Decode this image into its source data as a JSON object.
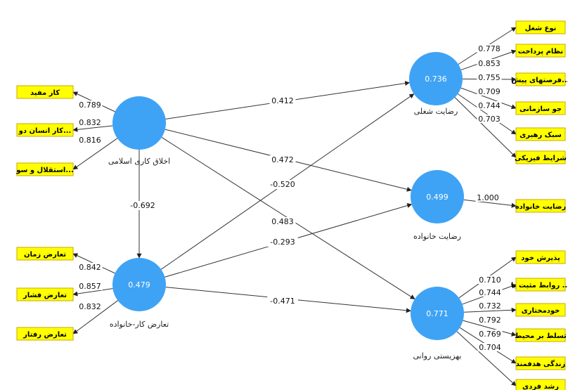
{
  "colors": {
    "node": "#3fa3f5",
    "indicator": "#ffff00"
  },
  "constructs": {
    "islamic_ethic": {
      "label": "اخلاق کاری اسلامی",
      "value": ""
    },
    "conflict": {
      "label": "تعارض کار-خانواده",
      "value": "0.479"
    },
    "job_satisfaction": {
      "label": "رضایت شغلی",
      "value": "0.736"
    },
    "family_satisfaction": {
      "label": "رضایت خانواده",
      "value": "0.499"
    },
    "wellbeing": {
      "label": "بهزیستی روانی",
      "value": "0.771"
    }
  },
  "indicators": {
    "islamic_ethic": [
      {
        "text": "کار مفید",
        "loading": "0.789"
      },
      {
        "text": "...کار انسان دو",
        "loading": "0.832"
      },
      {
        "text": "...استقلال و سو",
        "loading": "0.816"
      }
    ],
    "conflict": [
      {
        "text": "تعارض زمان",
        "loading": "0.842"
      },
      {
        "text": "تعارض فشار",
        "loading": "0.857"
      },
      {
        "text": "تعارض رفتار",
        "loading": "0.832"
      }
    ],
    "job_satisfaction": [
      {
        "text": "نوع شغل",
        "loading": "0.778"
      },
      {
        "text": "نظام پرداخت",
        "loading": "0.853"
      },
      {
        "text": "...فرصتهای پیش",
        "loading": "0.755"
      },
      {
        "text": "جو سازمانی",
        "loading": "0.709"
      },
      {
        "text": "سبک رهبری",
        "loading": "0.744"
      },
      {
        "text": "شرایط فیزیکی",
        "loading": "0.703"
      }
    ],
    "family_satisfaction": [
      {
        "text": "رضایت خانواده",
        "loading": "1.000"
      }
    ],
    "wellbeing": [
      {
        "text": "پذیرش خود",
        "loading": "0.710"
      },
      {
        "text": "... روابط مثبت با",
        "loading": "0.744"
      },
      {
        "text": "خودمختاری",
        "loading": "0.732"
      },
      {
        "text": "تسلط بر محیط",
        "loading": "0.792"
      },
      {
        "text": "زندگی هدفمند",
        "loading": "0.769"
      },
      {
        "text": "رشد فردی",
        "loading": "0.704"
      }
    ]
  },
  "paths": [
    {
      "from": "islamic_ethic",
      "to": "job_satisfaction",
      "coef": "0.412"
    },
    {
      "from": "islamic_ethic",
      "to": "family_satisfaction",
      "coef": "0.472"
    },
    {
      "from": "islamic_ethic",
      "to": "wellbeing",
      "coef": "0.483"
    },
    {
      "from": "islamic_ethic",
      "to": "conflict",
      "coef": "-0.692"
    },
    {
      "from": "conflict",
      "to": "job_satisfaction",
      "coef": "-0.520"
    },
    {
      "from": "conflict",
      "to": "family_satisfaction",
      "coef": "-0.293"
    },
    {
      "from": "conflict",
      "to": "wellbeing",
      "coef": "-0.471"
    }
  ]
}
